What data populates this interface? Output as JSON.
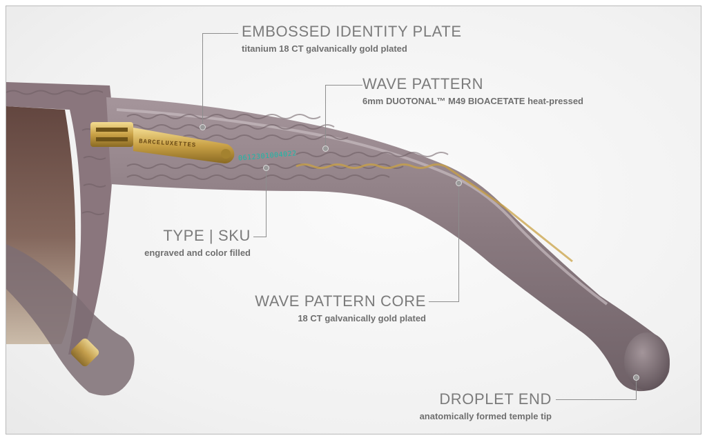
{
  "product": {
    "brand_engraving": "BARCELUXETTES",
    "sku_engraving": "0612301004022"
  },
  "callouts": [
    {
      "id": "embossed",
      "title": "EMBOSSED IDENTITY PLATE",
      "subtitle": "titanium 18 CT galvanically gold plated"
    },
    {
      "id": "wave",
      "title": "WAVE PATTERN",
      "subtitle": "6mm DUOTONAL™ M49 BIOACETATE heat-pressed"
    },
    {
      "id": "sku",
      "title": "TYPE | SKU",
      "subtitle": "engraved and color filled"
    },
    {
      "id": "core",
      "title": "WAVE PATTERN CORE",
      "subtitle": "18 CT galvanically gold plated"
    },
    {
      "id": "droplet",
      "title": "DROPLET END",
      "subtitle": "anatomically formed temple tip"
    }
  ],
  "colors": {
    "acetate": "#8f7f86",
    "gold": "#c9a146",
    "engraving": "#19b9a8",
    "label": "#7b7b7b",
    "leader": "#8d8d8d"
  }
}
